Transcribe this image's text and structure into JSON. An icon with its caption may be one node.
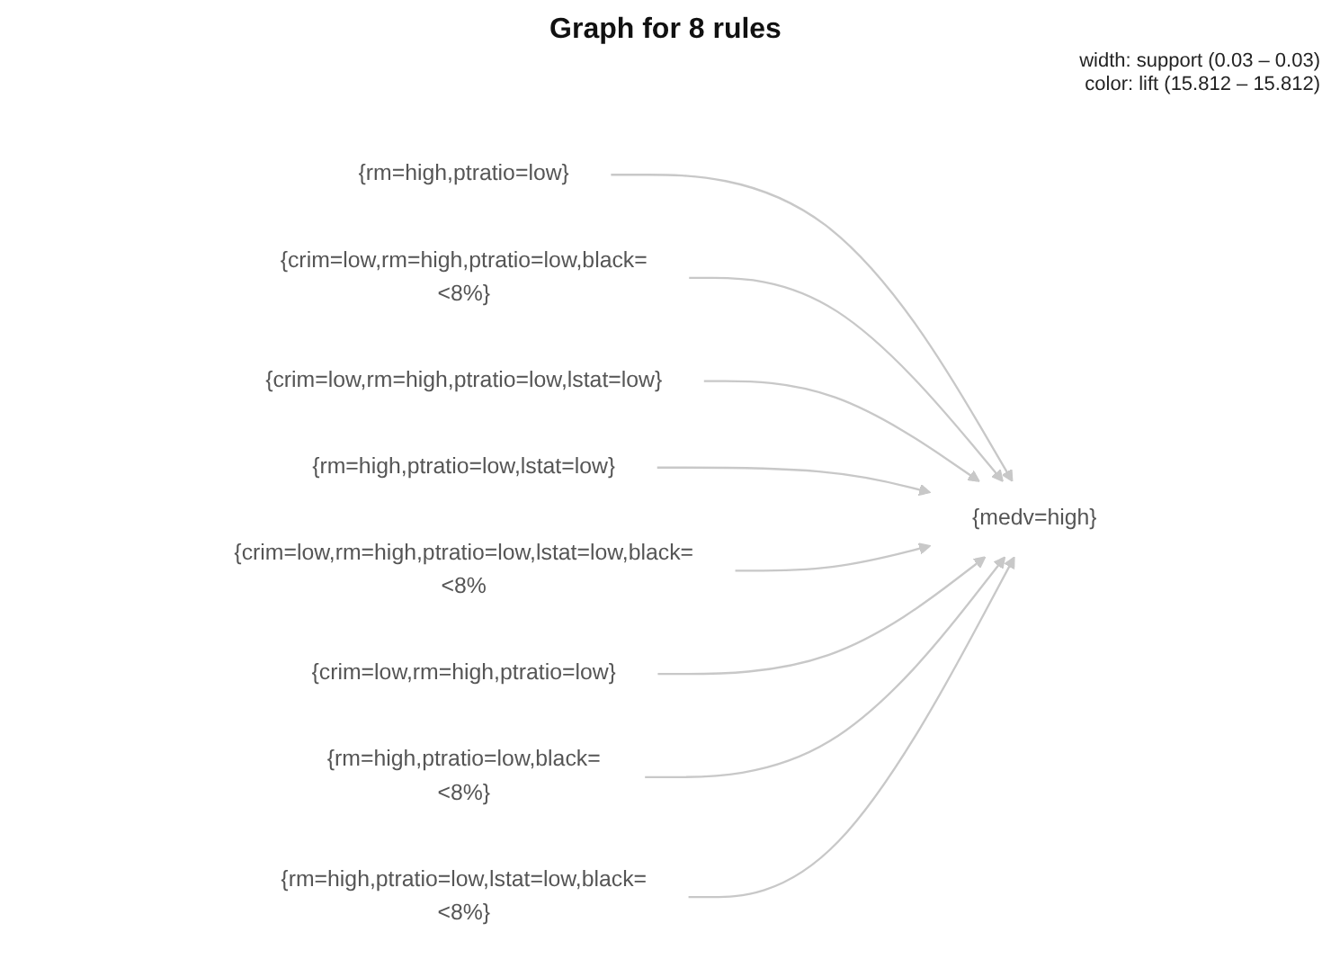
{
  "diagram": {
    "title": "Graph for 8 rules",
    "nodes": [
      {
        "text": [
          "{rm=high,ptratio=low}"
        ]
      },
      {
        "text": [
          "{crim=low,rm=high,ptratio=low,black=<8%}"
        ]
      },
      {
        "text": [
          "{crim=low,rm=high,ptratio=low,lstat=low}"
        ]
      },
      {
        "text": [
          "{rm=high,ptratio=low,lstat=low}"
        ]
      },
      {
        "text": [
          "{medv=high}"
        ]
      },
      {
        "text": [
          "{crim=low,rm=high,ptratio=low,lstat=low,black=<8%"
        ]
      },
      {
        "text": [
          "{crim=low,rm=high,ptratio=low}"
        ]
      },
      {
        "text": [
          "{rm=high,ptratio=low,black=<8%}"
        ]
      },
      {
        "text": [
          "{rm=high,ptratio=low,lstat=low,black=<8%}"
        ]
      }
    ],
    "edges": [
      {
        "from": 0,
        "to": 4,
        "arrow": "to"
      },
      {
        "from": 1,
        "to": 4,
        "arrow": "to"
      },
      {
        "from": 2,
        "to": 4,
        "arrow": "to"
      },
      {
        "from": 3,
        "to": 4,
        "arrow": "to"
      },
      {
        "from": 5,
        "to": 4,
        "arrow": "to"
      },
      {
        "from": 6,
        "to": 4,
        "arrow": "to"
      },
      {
        "from": 7,
        "to": 4,
        "arrow": "to"
      },
      {
        "from": 8,
        "to": 4,
        "arrow": "to"
      }
    ],
    "labels": [
      "width: support (0.03 – 0.03)",
      "color: lift (15.812 – 15.812)"
    ]
  }
}
